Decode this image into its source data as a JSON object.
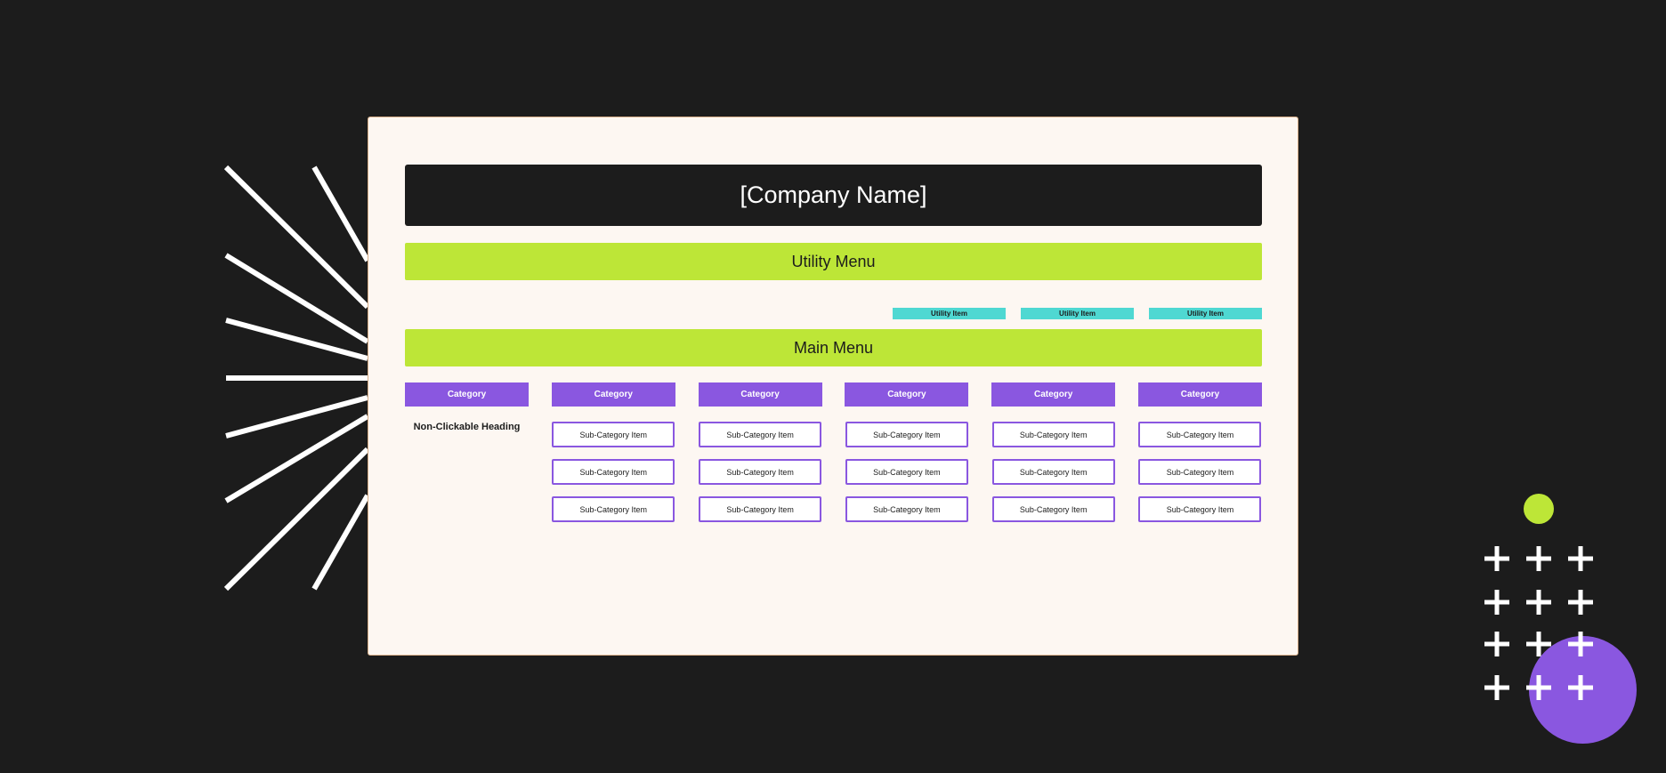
{
  "company_name": "[Company Name]",
  "utility_menu": {
    "title": "Utility Menu",
    "items": [
      "Utility Item",
      "Utility Item",
      "Utility Item"
    ]
  },
  "main_menu": {
    "title": "Main Menu",
    "columns": [
      {
        "category": "Category",
        "heading": "Non-Clickable Heading",
        "subitems": []
      },
      {
        "category": "Category",
        "subitems": [
          "Sub-Category Item",
          "Sub-Category Item",
          "Sub-Category Item"
        ]
      },
      {
        "category": "Category",
        "subitems": [
          "Sub-Category Item",
          "Sub-Category Item",
          "Sub-Category Item"
        ]
      },
      {
        "category": "Category",
        "subitems": [
          "Sub-Category Item",
          "Sub-Category Item",
          "Sub-Category Item"
        ]
      },
      {
        "category": "Category",
        "subitems": [
          "Sub-Category Item",
          "Sub-Category Item",
          "Sub-Category Item"
        ]
      },
      {
        "category": "Category",
        "subitems": [
          "Sub-Category Item",
          "Sub-Category Item",
          "Sub-Category Item"
        ]
      }
    ]
  },
  "colors": {
    "background": "#1c1c1c",
    "card": "#fdf7f2",
    "lime": "#bde637",
    "teal": "#4fd8d2",
    "purple": "#8a57e0",
    "white": "#ffffff"
  },
  "icons": {
    "decoration_rays": "sunburst-lines",
    "decoration_plus": "plus-icon",
    "decoration_dot": "circle-dot",
    "decoration_circle": "circle"
  }
}
